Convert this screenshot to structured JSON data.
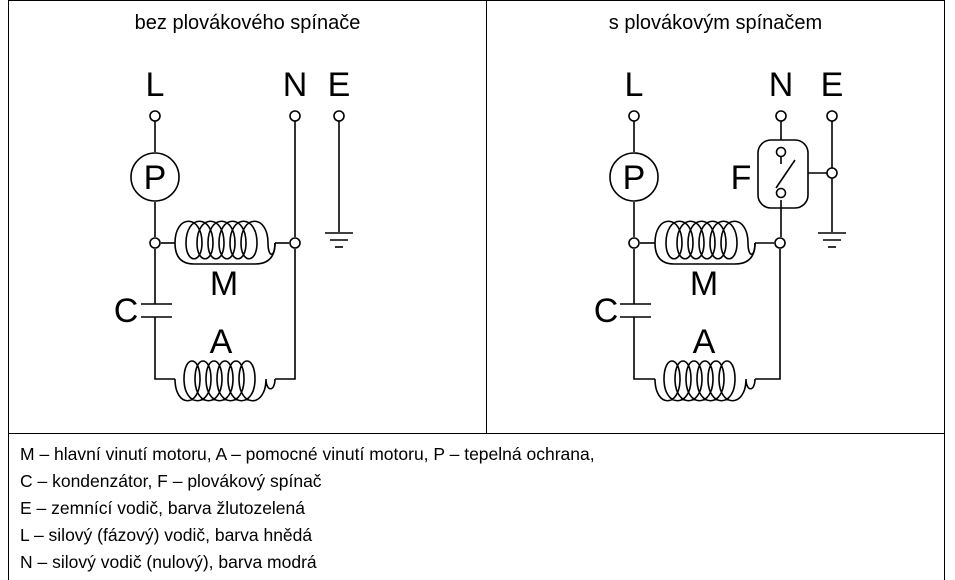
{
  "panels": {
    "left": {
      "title": "bez plovákového spínače",
      "labels": {
        "phase": "L",
        "neutral": "N",
        "earth": "E",
        "protection": "P",
        "main_winding": "M",
        "capacitor": "C",
        "aux_winding": "A"
      }
    },
    "right": {
      "title": "s plovákovým spínačem",
      "labels": {
        "phase": "L",
        "neutral": "N",
        "earth": "E",
        "protection": "P",
        "float_switch": "F",
        "main_winding": "M",
        "capacitor": "C",
        "aux_winding": "A"
      }
    }
  },
  "legend": {
    "lines": [
      "M – hlavní vinutí motoru, A – pomocné vinutí motoru, P – tepelná ochrana,",
      "C – kondenzátor, F – plovákový spínač",
      "E – zemnící vodič, barva žlutozelená",
      "L – silový (fázový) vodič, barva hnědá",
      "N – silový vodič (nulový), barva modrá"
    ]
  }
}
